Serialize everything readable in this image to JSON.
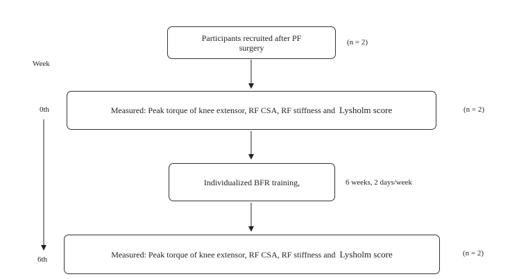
{
  "timeline": {
    "label": "Week",
    "start": "0th",
    "end": "6th"
  },
  "steps": [
    {
      "text": "Participants recruited after PF surgery",
      "note": "(n = 2)"
    },
    {
      "text_main": "Measured: Peak torque of knee extensor, RF CSA, RF stiffness and",
      "text_tail": "Lysholm score",
      "note": "(n = 2)"
    },
    {
      "text": "Individualized BFR training,",
      "note": "6 weeks, 2 days/week"
    },
    {
      "text_main": "Measured: Peak torque of knee extensor, RF CSA, RF stiffness and",
      "text_tail": "Lysholm score",
      "note": "(n = 2)"
    }
  ]
}
